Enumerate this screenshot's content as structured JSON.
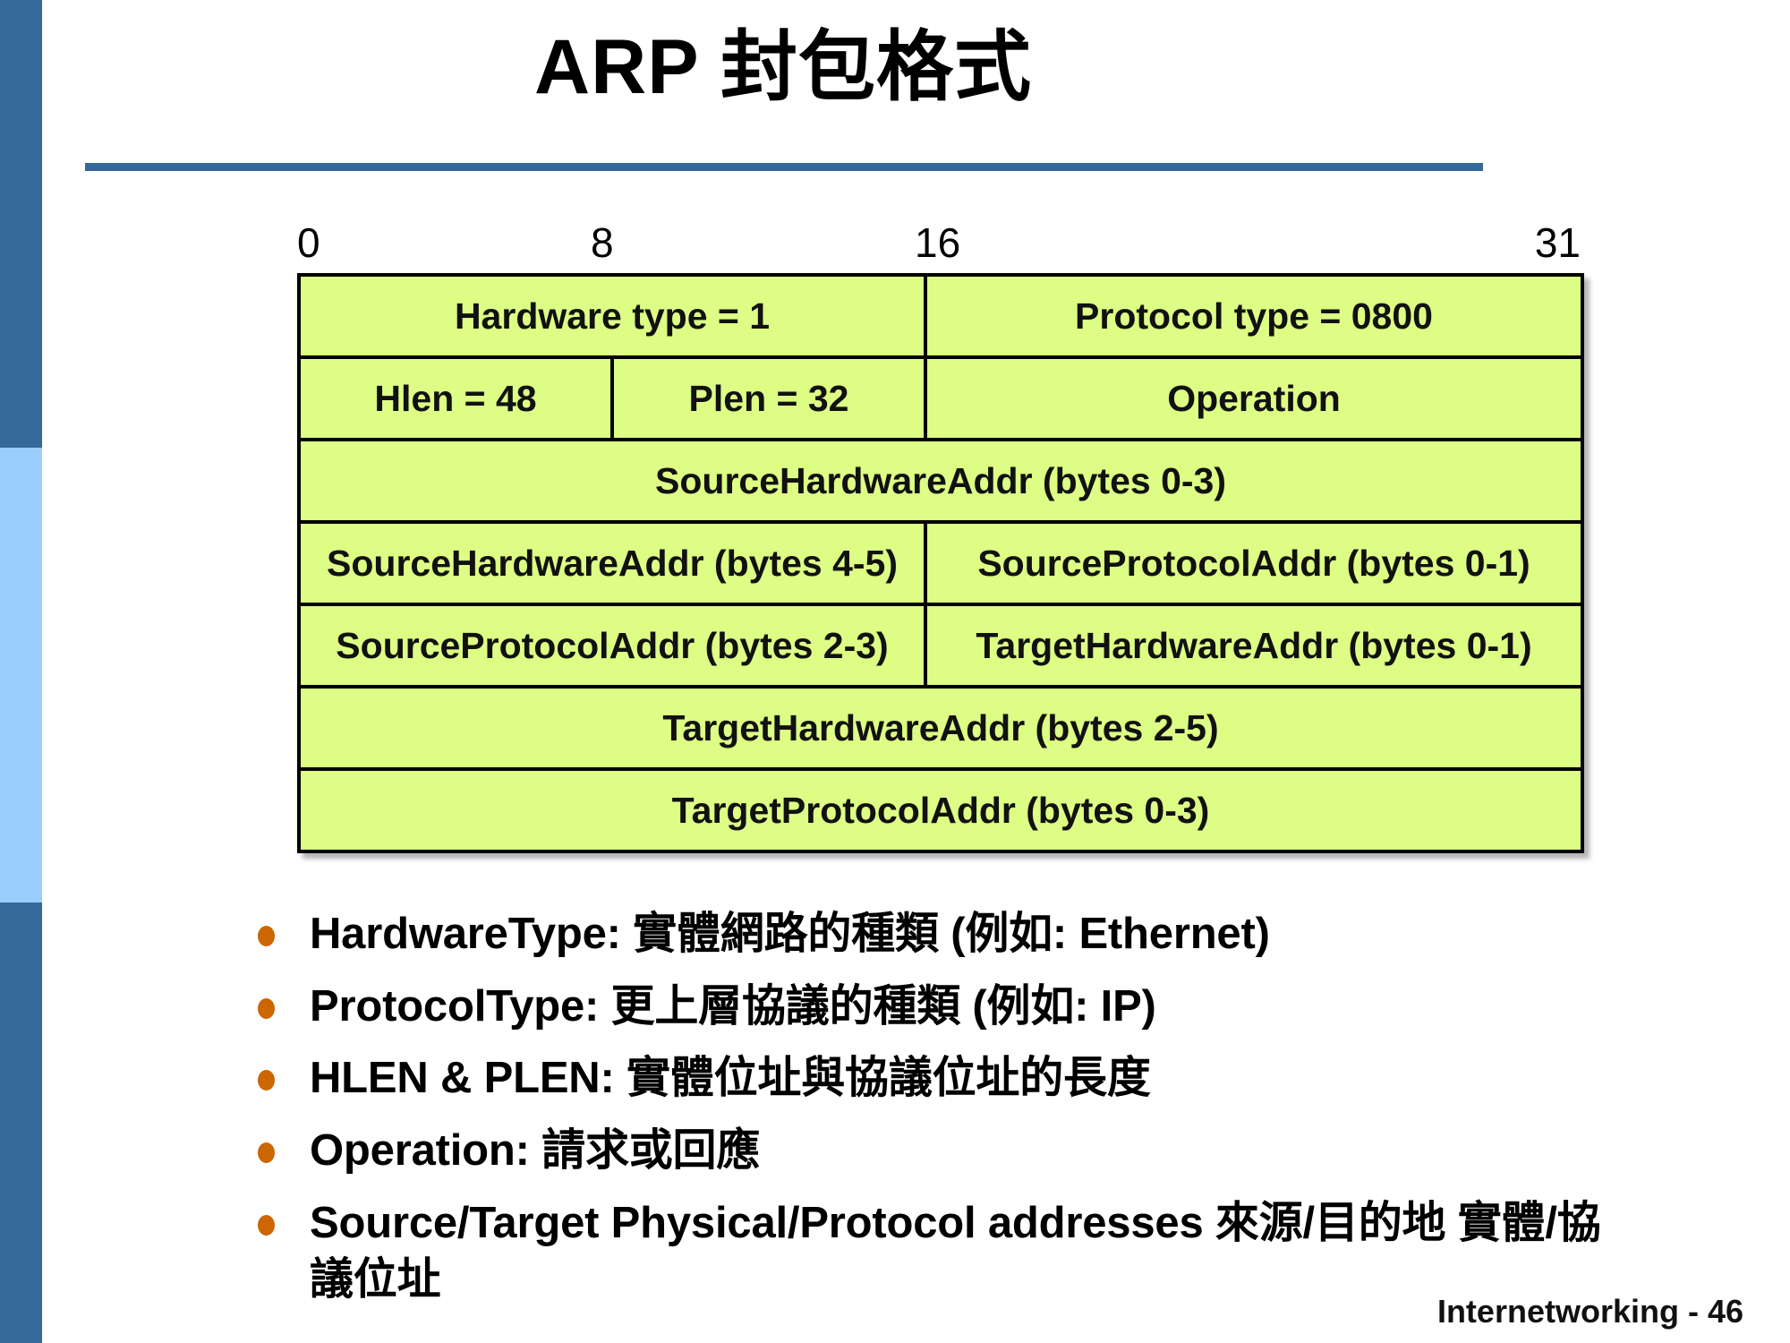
{
  "slide": {
    "title": "ARP 封包格式",
    "footer": "Internetworking - 46",
    "accent_color": "#35699b",
    "sidebar_dark_color": "#35699b",
    "sidebar_light_color": "#9bcdfd",
    "cell_fill_color": "#ddfd85",
    "bullet_color": "#cc6600"
  },
  "bit_ruler": {
    "ticks": [
      "0",
      "8",
      "16",
      "31"
    ]
  },
  "packet": {
    "rows": [
      {
        "cells": [
          {
            "label": "Hardware type = 1",
            "span": 2
          },
          {
            "label": "Protocol type = 0800",
            "span": 2
          }
        ]
      },
      {
        "cells": [
          {
            "label": "Hlen = 48",
            "span": 1
          },
          {
            "label": "Plen = 32",
            "span": 1
          },
          {
            "label": "Operation",
            "span": 2
          }
        ]
      },
      {
        "cells": [
          {
            "label": "SourceHardwareAddr (bytes 0-3)",
            "span": 4
          }
        ]
      },
      {
        "cells": [
          {
            "label": "SourceHardwareAddr (bytes 4-5)",
            "span": 2
          },
          {
            "label": "SourceProtocolAddr (bytes 0-1)",
            "span": 2
          }
        ]
      },
      {
        "cells": [
          {
            "label": "SourceProtocolAddr (bytes 2-3)",
            "span": 2
          },
          {
            "label": "TargetHardwareAddr (bytes 0-1)",
            "span": 2
          }
        ]
      },
      {
        "cells": [
          {
            "label": "TargetHardwareAddr (bytes 2-5)",
            "span": 4
          }
        ]
      },
      {
        "cells": [
          {
            "label": "TargetProtocolAddr (bytes 0-3)",
            "span": 4
          }
        ]
      }
    ]
  },
  "bullets": [
    {
      "text": "HardwareType: 實體網路的種類 (例如: Ethernet)"
    },
    {
      "text": "ProtocolType: 更上層協議的種類 (例如: IP)"
    },
    {
      "text": "HLEN & PLEN: 實體位址與協議位址的長度"
    },
    {
      "text": "Operation: 請求或回應"
    },
    {
      "text": "Source/Target Physical/Protocol addresses 來源/目的地  實體/協議位址"
    }
  ]
}
